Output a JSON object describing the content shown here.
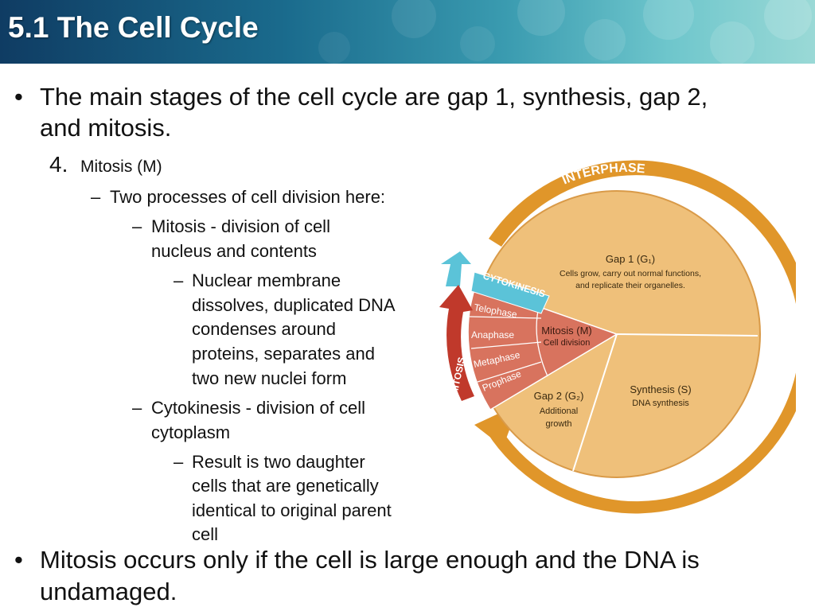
{
  "header": {
    "title": "5.1 The Cell Cycle"
  },
  "body": {
    "bullet_1": [
      "The main stages of the cell cycle are gap 1, synthesis, gap 2,",
      "and mitosis."
    ],
    "number_4": "4.",
    "mitosis_heading": "Mitosis (M)",
    "dash_a": "Two processes of cell division here:",
    "dash_b": [
      "Mitosis - division of cell",
      "nucleus and contents"
    ],
    "dash_b1": [
      "Nuclear membrane",
      "dissolves, duplicated DNA",
      "condenses around",
      "proteins, separates and",
      "two new nuclei form"
    ],
    "dash_c": [
      "Cytokinesis - division of  cell",
      "cytoplasm"
    ],
    "dash_c1": [
      "Result is two daughter",
      "cells that are genetically",
      "identical to original parent",
      "cell"
    ],
    "bullet_2": [
      "Mitosis occurs only if the cell is large enough and the DNA is",
      "undamaged."
    ],
    "bullet_char": "•",
    "dash_char": "–"
  },
  "diagram": {
    "interphase": "INTERPHASE",
    "mitosis_arrow": "MITOSIS",
    "cytokinesis": "CYTOKINESIS",
    "g1_title": "Gap 1 (G₁)",
    "g1_desc": [
      "Cells grow, carry out normal functions,",
      "and replicate their organelles."
    ],
    "s_title": "Synthesis (S)",
    "s_desc": "DNA synthesis",
    "g2_title": "Gap 2 (G₂)",
    "g2_desc": [
      "Additional",
      "growth"
    ],
    "m_title": "Mitosis (M)",
    "m_desc": "Cell division",
    "phases": [
      "Telophase",
      "Anaphase",
      "Metaphase",
      "Prophase"
    ],
    "colors": {
      "ring": "#e0962a",
      "interphase_fill": "#efc07a",
      "mitosis_fill": "#d8735e",
      "mitosis_arrow": "#c0392b",
      "cytokinesis": "#5bc3d8"
    }
  }
}
